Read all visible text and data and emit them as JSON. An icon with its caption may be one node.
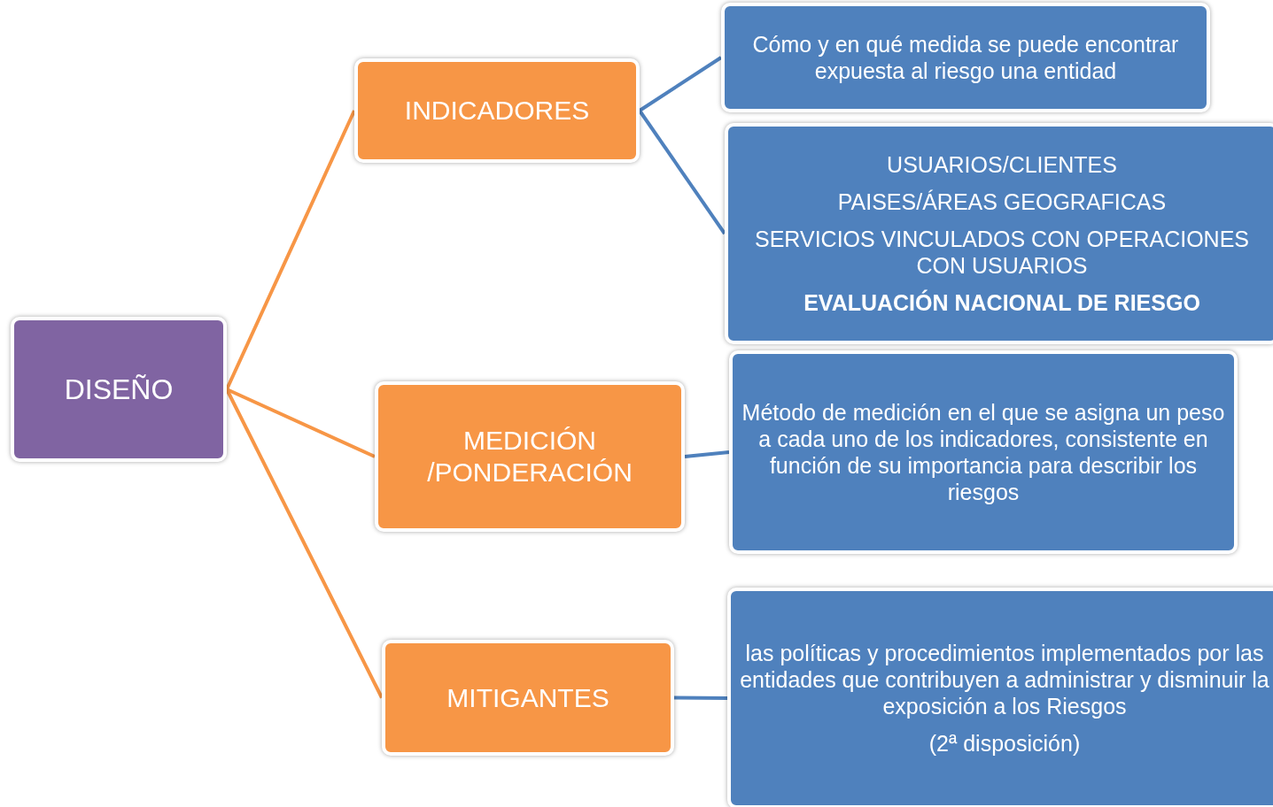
{
  "diagram": {
    "nodes": [
      {
        "text": [
          "DISEÑO"
        ]
      },
      {
        "text": [
          "INDICADORES"
        ]
      },
      {
        "text": [
          "MEDICIÓN /PONDERACIÓN"
        ]
      },
      {
        "text": [
          "MITIGANTES"
        ]
      },
      {
        "text": [
          "Cómo y en qué medida se puede encontrar expuesta al riesgo una entidad"
        ]
      },
      {
        "text": [
          "USUARIOS/CLIENTES",
          "PAISES/ÁREAS GEOGRAFICAS",
          "SERVICIOS VINCULADOS CON OPERACIONES CON USUARIOS",
          "**EVALUACIÓN NACIONAL DE RIESGO**"
        ]
      },
      {
        "text": [
          "Método de medición en el que se asigna un peso a cada uno de los indicadores, consistente en función de su importancia para describir los riesgos"
        ]
      },
      {
        "text": [
          "las políticas y procedimientos implementados por las entidades que contribuyen a administrar y disminuir la exposición a los Riesgos",
          "(2ª disposición)"
        ]
      }
    ],
    "edges": [
      {
        "from": 0,
        "to": 1,
        "arrow": "none",
        "color": "#f79646"
      },
      {
        "from": 0,
        "to": 2,
        "arrow": "none",
        "color": "#f79646"
      },
      {
        "from": 0,
        "to": 3,
        "arrow": "none",
        "color": "#f79646"
      },
      {
        "from": 1,
        "to": 4,
        "arrow": "none"
      },
      {
        "from": 1,
        "to": 5,
        "arrow": "none"
      },
      {
        "from": 2,
        "to": 6,
        "arrow": "none"
      },
      {
        "from": 3,
        "to": 7,
        "arrow": "none"
      }
    ]
  }
}
